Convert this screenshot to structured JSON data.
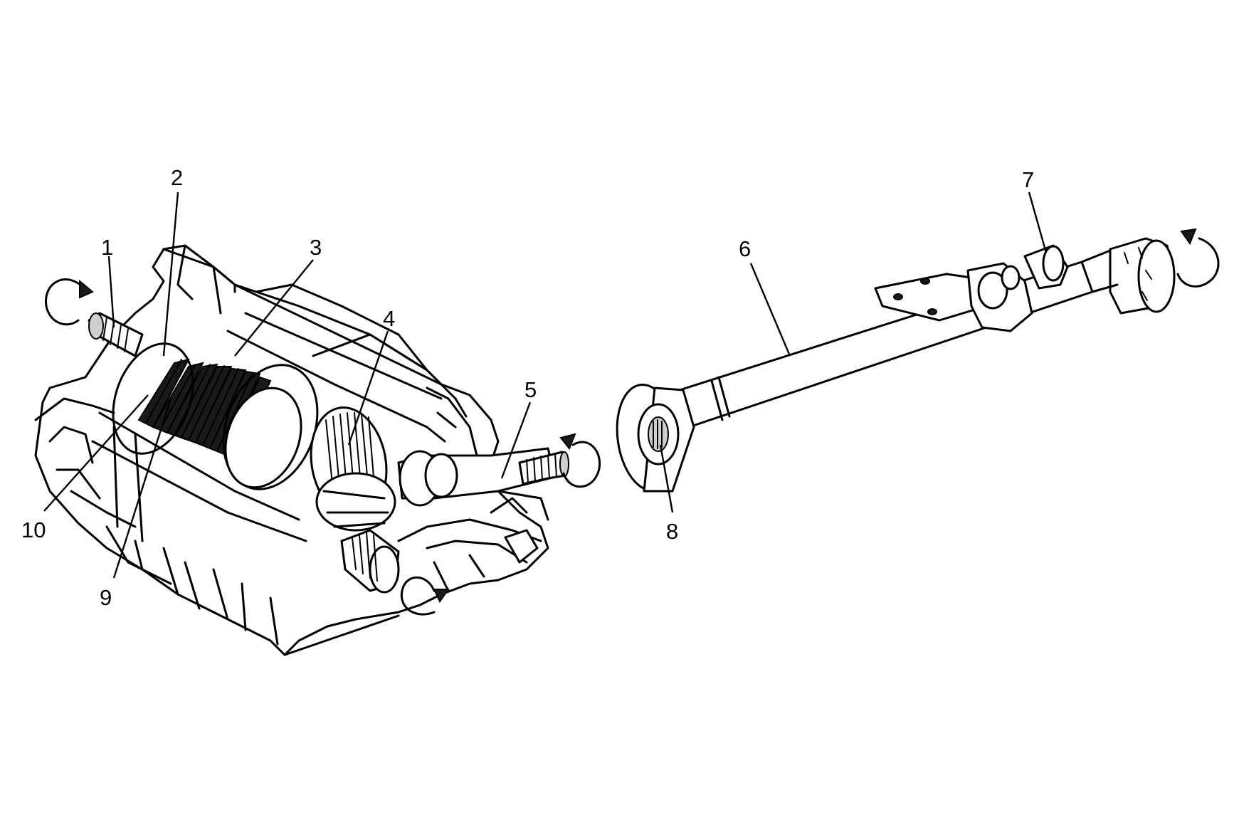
{
  "callouts": [
    {
      "id": "1",
      "label": "1"
    },
    {
      "id": "2",
      "label": "2"
    },
    {
      "id": "3",
      "label": "3"
    },
    {
      "id": "4",
      "label": "4"
    },
    {
      "id": "5",
      "label": "5"
    },
    {
      "id": "6",
      "label": "6"
    },
    {
      "id": "7",
      "label": "7"
    },
    {
      "id": "8",
      "label": "8"
    },
    {
      "id": "9",
      "label": "9"
    },
    {
      "id": "10",
      "label": "10"
    }
  ],
  "icons": {
    "rotation_arrow": "circular-rotation-arrow-icon"
  }
}
